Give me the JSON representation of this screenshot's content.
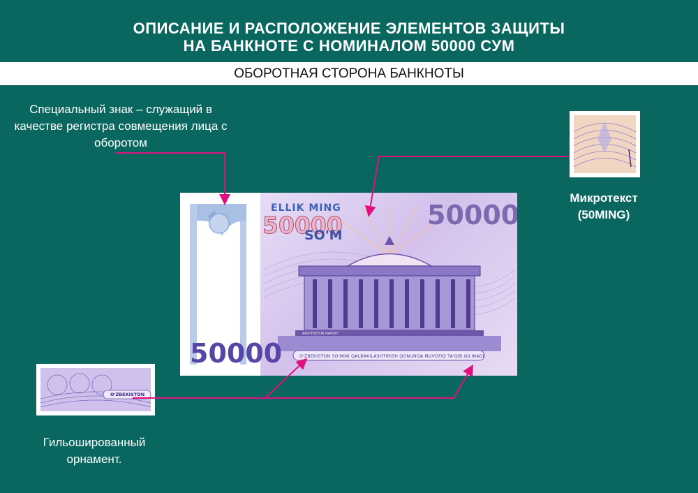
{
  "header": {
    "title_line1": "ОПИСАНИЕ И РАСПОЛОЖЕНИЕ ЭЛЕМЕНТОВ ЗАЩИТЫ",
    "title_line2": "НА БАНКНОТЕ С НОМИНАЛОМ 50000 СУМ",
    "subtitle": "ОБОРОТНАЯ СТОРОНА БАНКНОТЫ"
  },
  "labels": {
    "special_mark": "Специальный знак – служащий в качестве регистра совмещения лица с оборотом",
    "microtext_line1": "Микротекст",
    "microtext_line2": "(50MING)",
    "guilloche_line1": "Гильошированный",
    "guilloche_line2": "орнамент."
  },
  "banknote": {
    "denomination_words": "ELLIK MING",
    "denomination_big": "50000",
    "currency": "SO'M",
    "denomination_top_right": "50000",
    "denomination_bottom_left": "50000",
    "inscription": "O'ZBEKISTON SO'MINI QALBAKILASHTIRISH QONUNGA MUVOFIQ TA'QIB QILINADI",
    "building_caption": "ARXITEKTOR NAVOIY"
  },
  "guilloche_thumb": {
    "text": "O'ZBEKISTON"
  },
  "colors": {
    "background": "#0a675f",
    "callout": "#e0107f",
    "note_violet": "#d9ccef"
  }
}
